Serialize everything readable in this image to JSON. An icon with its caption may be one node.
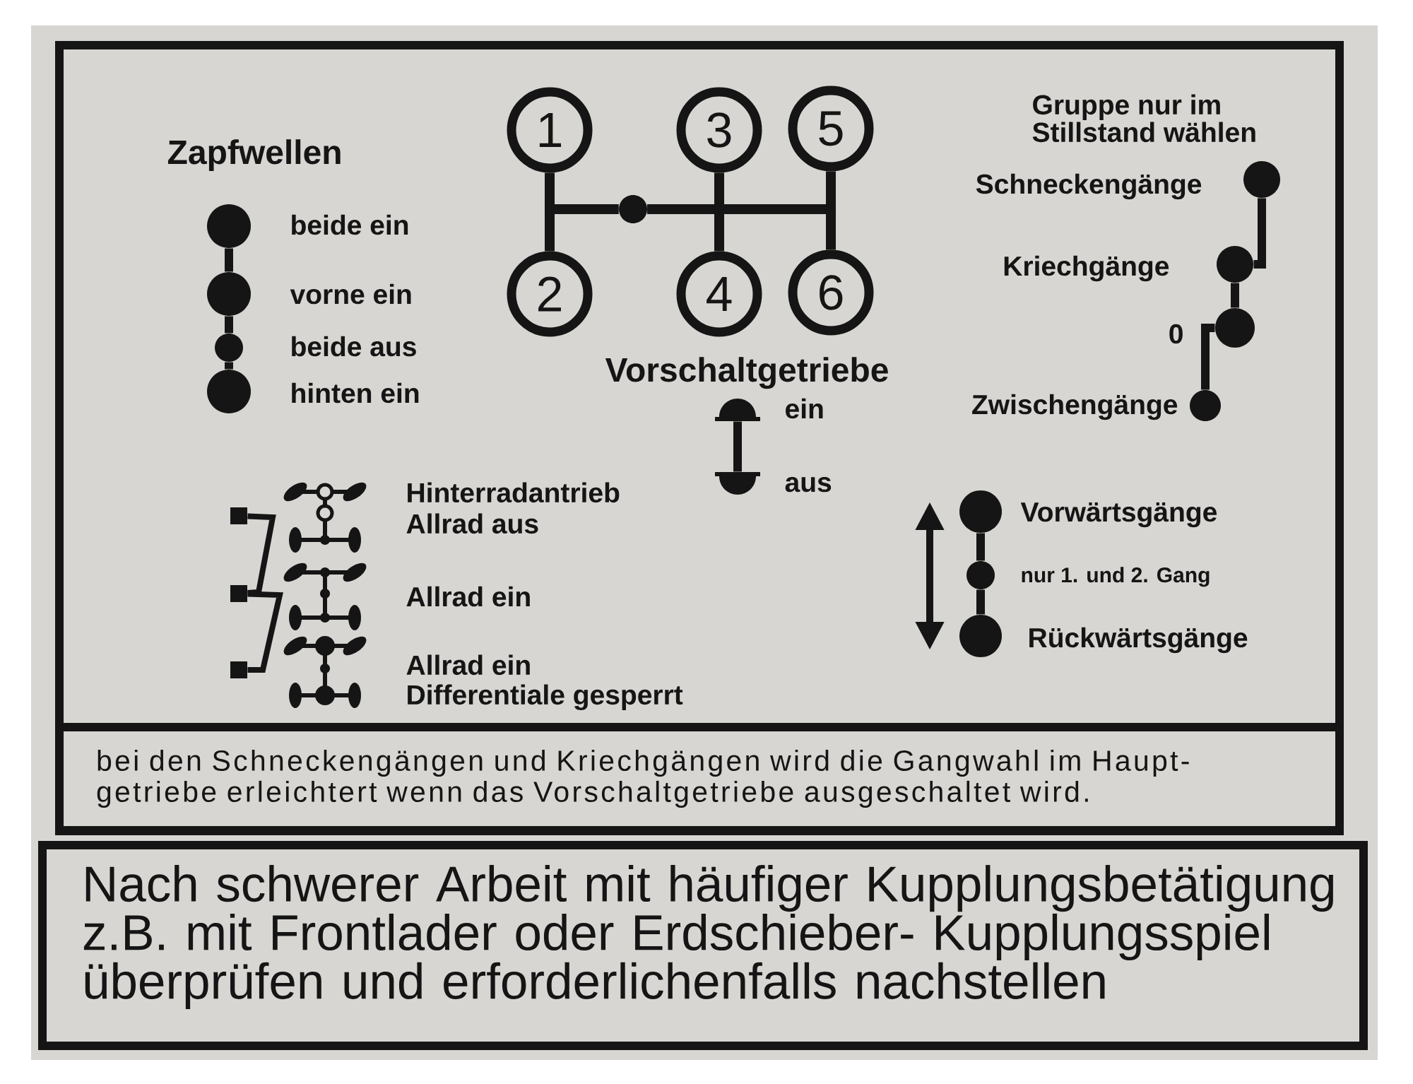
{
  "diagram": {
    "nodes": [
      {
        "text": [],
        "shape": "box"
      },
      {
        "text": [],
        "shape": "circle",
        "beside": [
          "beide ein"
        ],
        "in": 0
      },
      {
        "text": [],
        "shape": "circle",
        "beside": [
          "vorne ein"
        ],
        "in": 0
      },
      {
        "text": [],
        "shape": "circle",
        "beside": [
          "beide aus"
        ],
        "in": 0
      },
      {
        "text": [],
        "shape": "circle",
        "beside": [
          "hinten ein"
        ],
        "in": 0
      },
      {
        "text": [
          "1"
        ],
        "in": 0
      },
      {
        "text": [
          "2"
        ],
        "in": 0
      },
      {
        "text": [
          "3"
        ],
        "in": 0
      },
      {
        "text": [
          "4"
        ],
        "in": 0
      },
      {
        "text": [
          "5"
        ],
        "in": 0
      },
      {
        "text": [
          "6"
        ],
        "in": 0
      },
      {
        "text": [],
        "shape": "circle",
        "in": 0
      },
      {
        "text": [],
        "shape": "circle",
        "beside": [
          "Schneckengänge"
        ],
        "in": 0
      },
      {
        "text": [],
        "shape": "circle",
        "beside": [
          "Kriechgänge"
        ],
        "in": 0
      },
      {
        "text": [],
        "shape": "circle",
        "beside": [
          "0"
        ],
        "in": 0
      },
      {
        "text": [],
        "shape": "circle",
        "beside": [
          "Zwischengänge"
        ],
        "in": 0
      },
      {
        "text": [],
        "shape": "semicircle",
        "beside": [
          "ein"
        ],
        "in": 0
      },
      {
        "text": [],
        "shape": "semicircle",
        "beside": [
          "aus"
        ],
        "in": 0
      },
      {
        "text": [],
        "shape": "box",
        "in": 0
      },
      {
        "text": [],
        "shape": "box",
        "in": 0
      },
      {
        "text": [],
        "shape": "box",
        "in": 0
      },
      {
        "text": [],
        "shape": "circle",
        "beside": [
          "Vorwärtsgänge"
        ],
        "in": 0
      },
      {
        "text": [],
        "shape": "circle",
        "beside": [
          "nur 1. und 2. Gang"
        ],
        "in": 0
      },
      {
        "text": [],
        "shape": "circle",
        "beside": [
          "Rückwärtsgänge"
        ],
        "in": 0
      },
      {
        "text": [
          "bei den Schneckengängen und Kriechgängen wird die Gangwahl im Haupt- getriebe erleichtert wenn das Vorschaltgetriebe ausgeschaltet wird."
        ],
        "in": 0
      },
      {
        "text": [
          "Nach schwerer Arbeit mit häufiger Kupplungsbetätigung z.B. mit Frontlader oder Erdschieber- Kupplungsspiel überprüfen und erforderlichenfalls nachstellen"
        ]
      }
    ],
    "edges": [
      {
        "from": 1,
        "to": 2,
        "arrow": "none"
      },
      {
        "from": 2,
        "to": 3,
        "arrow": "none"
      },
      {
        "from": 3,
        "to": 4,
        "arrow": "none"
      },
      {
        "from": 11,
        "to": 5,
        "arrow": "none"
      },
      {
        "from": 11,
        "to": 6,
        "arrow": "none"
      },
      {
        "from": 11,
        "to": 7,
        "arrow": "none"
      },
      {
        "from": 11,
        "to": 8,
        "arrow": "none"
      },
      {
        "from": 11,
        "to": 9,
        "arrow": "none"
      },
      {
        "from": 11,
        "to": 10,
        "arrow": "none"
      },
      {
        "from": 12,
        "to": 13,
        "arrow": "none"
      },
      {
        "from": 13,
        "to": 14,
        "arrow": "none"
      },
      {
        "from": 14,
        "to": 15,
        "arrow": "none"
      },
      {
        "from": 16,
        "to": 17,
        "arrow": "none"
      },
      {
        "from": 18,
        "to": 19,
        "arrow": "none"
      },
      {
        "from": 19,
        "to": 20,
        "arrow": "none"
      },
      {
        "from": 21,
        "to": 22,
        "arrow": "none"
      },
      {
        "from": 22,
        "to": 23,
        "arrow": "none"
      }
    ],
    "labels": [
      "Gruppe nur im Stillstand wählen",
      "Zapfwellen",
      "Vorschaltgetriebe",
      "Hinterradantrieb Allrad aus",
      "Allrad ein",
      "Allrad ein Differentiale gesperrt"
    ]
  }
}
